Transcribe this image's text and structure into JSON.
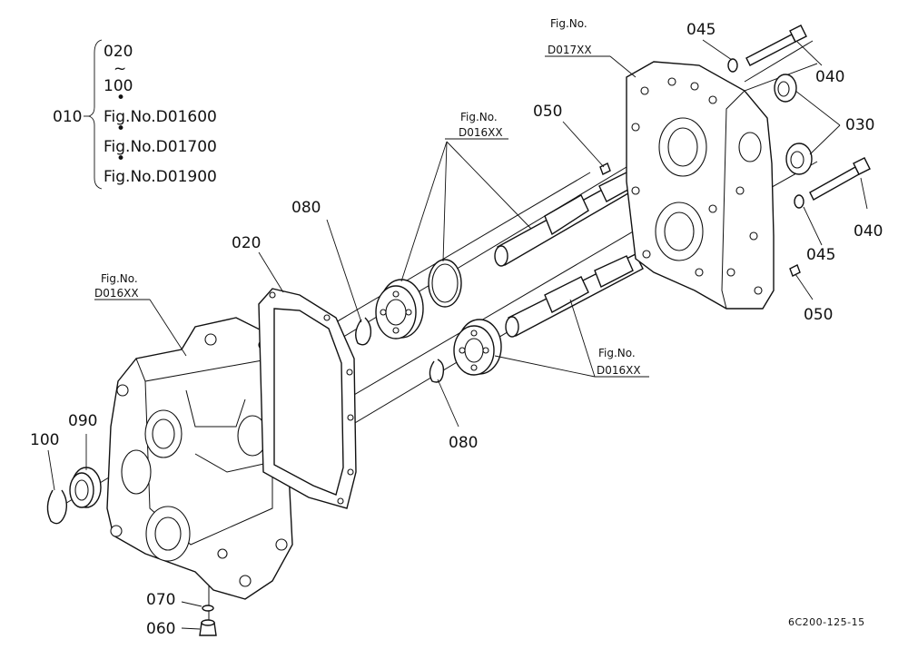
{
  "legend": {
    "parent_ref": "010",
    "range_from": "020",
    "range_sep": "~",
    "range_to": "100",
    "bullet": "•",
    "figures": [
      "Fig.No.D01600",
      "Fig.No.D01700",
      "Fig.No.D01900"
    ]
  },
  "parts": {
    "p020": "020",
    "p030": "030",
    "p040_top": "040",
    "p040_bottom": "040",
    "p045_top": "045",
    "p045_bottom": "045",
    "p050_top": "050",
    "p050_bottom": "050",
    "p060": "060",
    "p070": "070",
    "p080_top": "080",
    "p080_bottom": "080",
    "p090": "090",
    "p100": "100"
  },
  "figrefs": {
    "fig_label": "Fig.No.",
    "front_case": "D016XX",
    "rear_cover": "D017XX",
    "bearings_top": "D016XX",
    "bearings_bottom": "D016XX"
  },
  "diagram_code": "6C200-125-15"
}
